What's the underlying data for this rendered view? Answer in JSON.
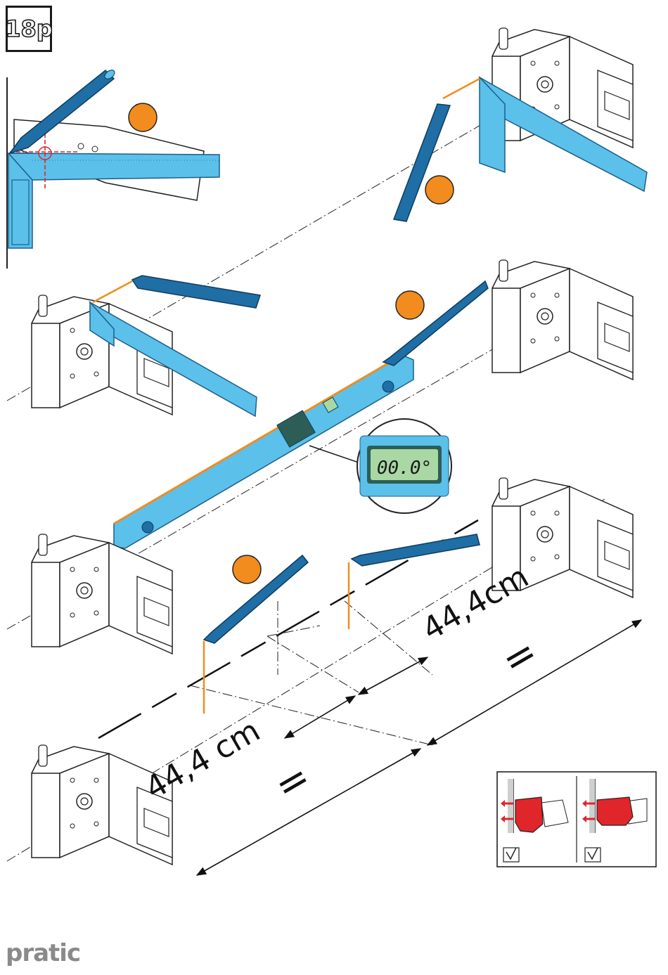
{
  "step": {
    "label": "18p"
  },
  "level": {
    "display": "00.0°"
  },
  "dimensions": {
    "upper": "44,4cm",
    "lower": "44,4 cm",
    "equal_mark": "="
  },
  "brand": {
    "logo": "pratic"
  },
  "colors": {
    "tool_blue": "#5bc0ea",
    "pencil_blue": "#1f6ea6",
    "marker_orange": "#f28c1e",
    "warning_red": "#e0262b",
    "lcd_green": "#a9d8a4"
  }
}
